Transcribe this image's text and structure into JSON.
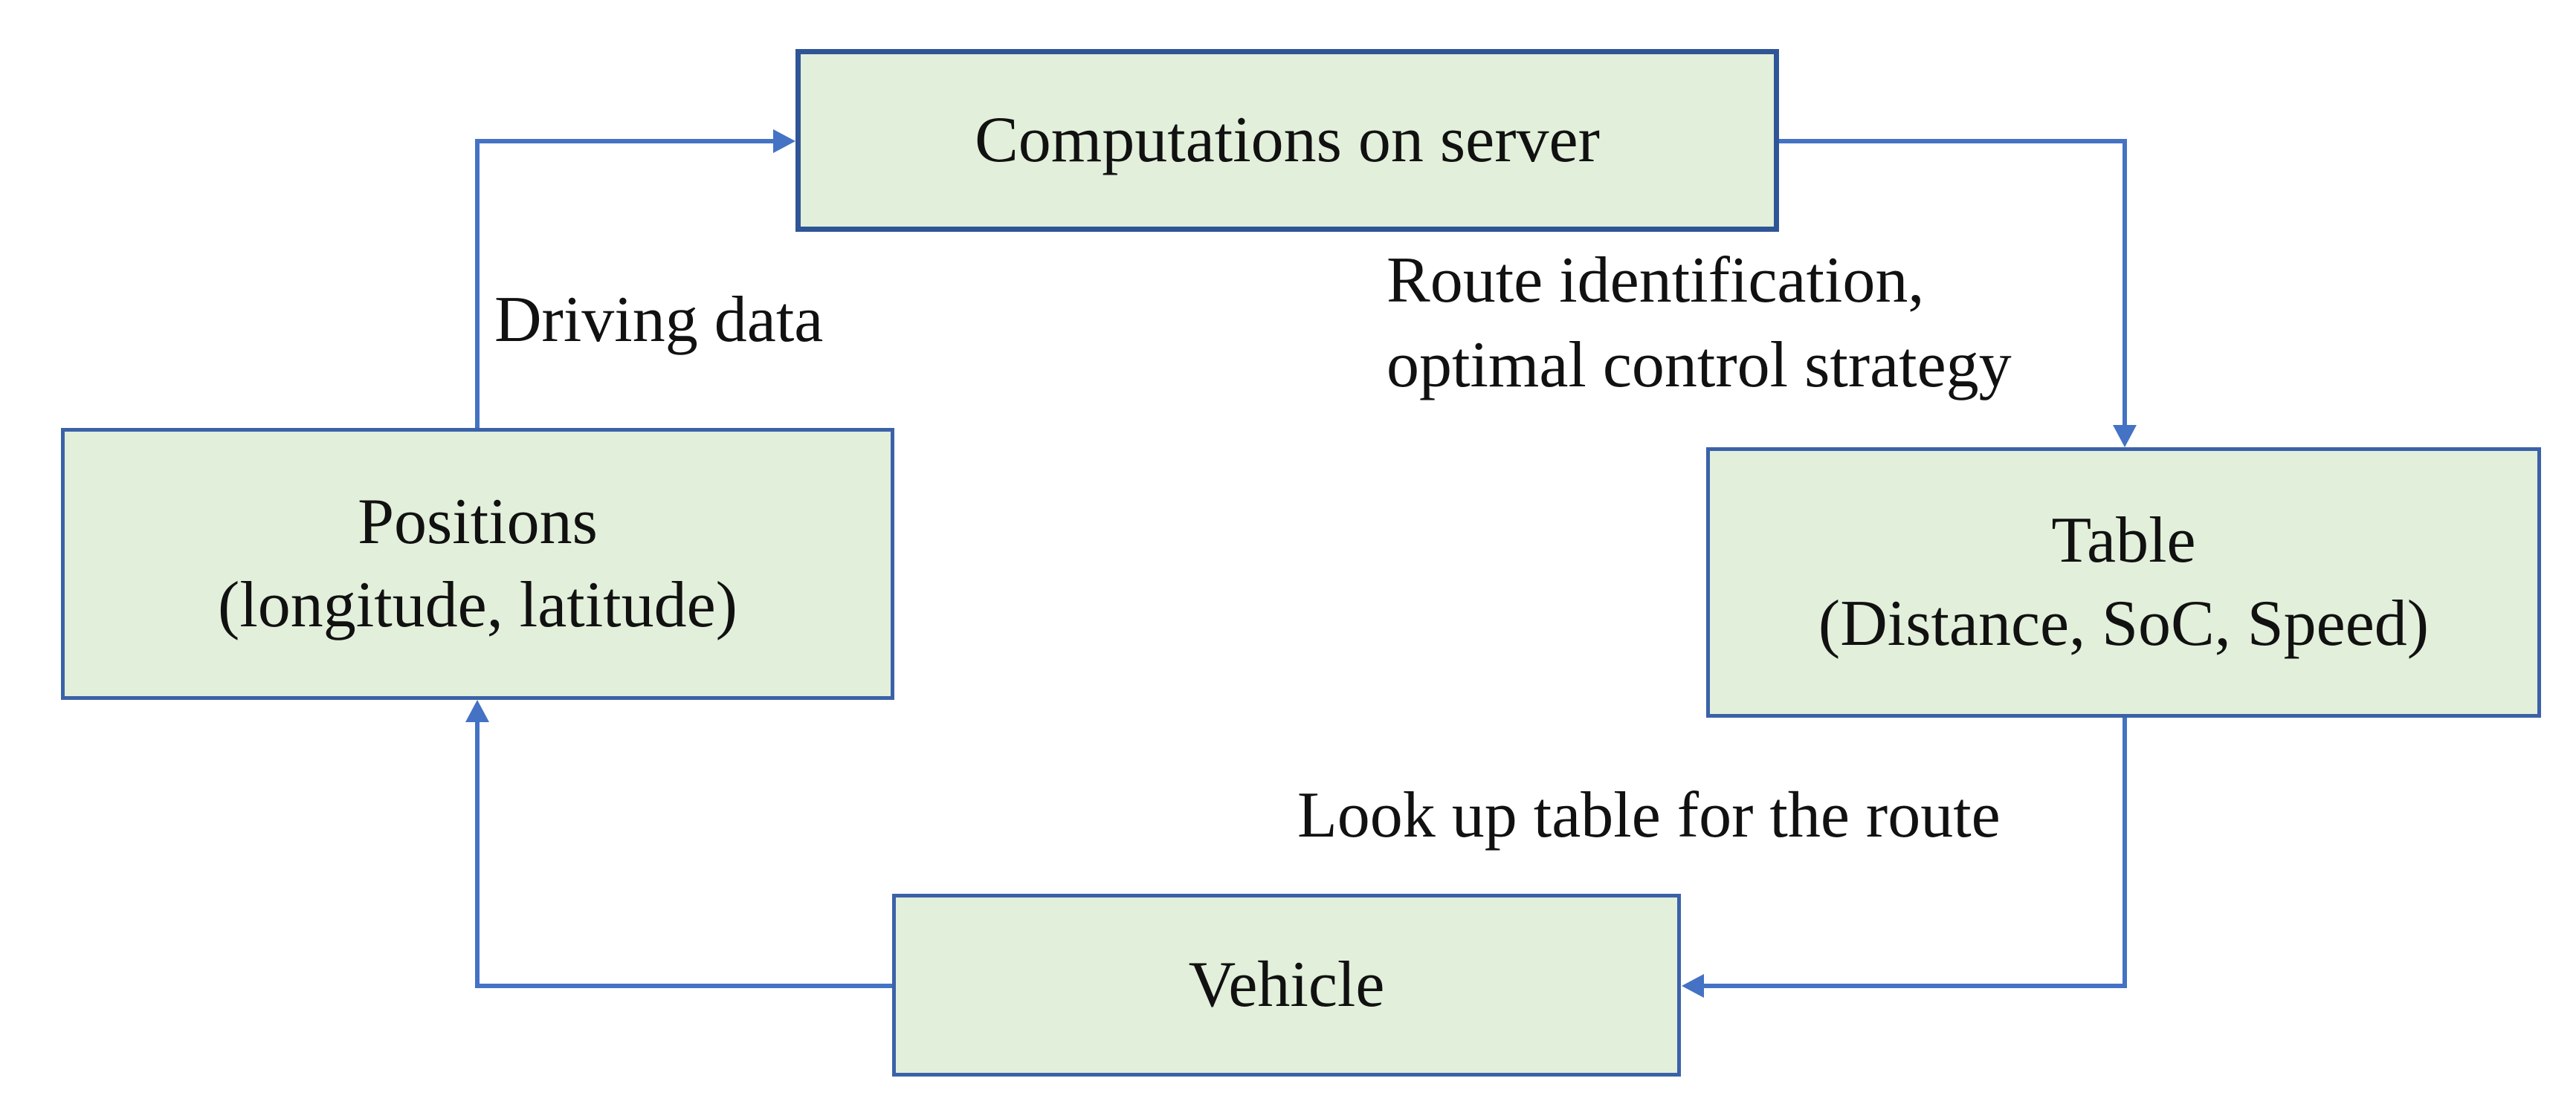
{
  "diagram": {
    "nodes": {
      "server": {
        "line1": "Computations on server"
      },
      "positions": {
        "line1": "Positions",
        "line2": "(longitude, latitude)"
      },
      "table": {
        "line1": "Table",
        "line2": "(Distance, SoC, Speed)"
      },
      "vehicle": {
        "line1": "Vehicle"
      }
    },
    "edge_labels": {
      "driving_data": "Driving data",
      "route_line1": "Route identification,",
      "route_line2": "optimal control strategy",
      "lookup": "Look up table for the route"
    },
    "colors": {
      "box_fill": "#e2efda",
      "box_border": "#3b62a8",
      "arrow": "#4472c4",
      "text": "#111111"
    }
  }
}
